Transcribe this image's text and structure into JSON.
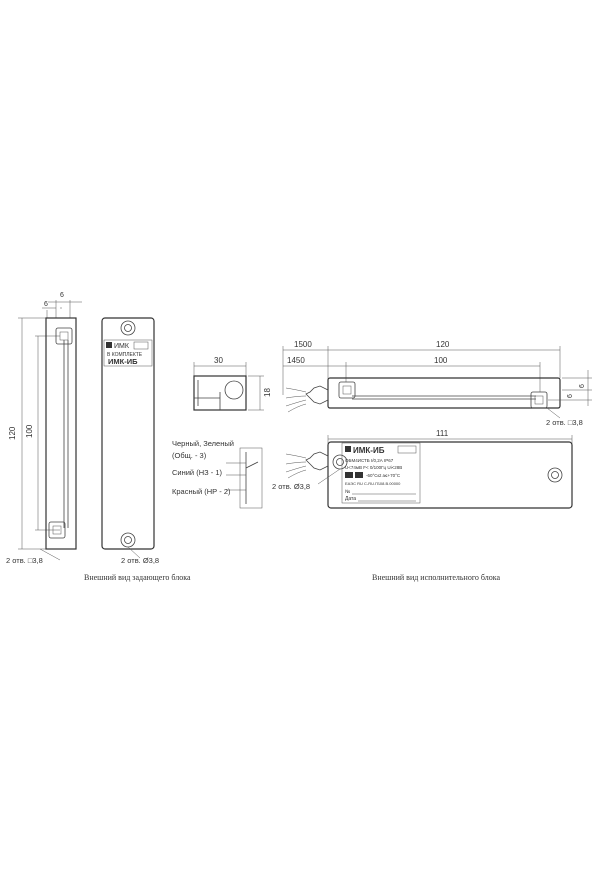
{
  "master": {
    "dims": {
      "w6a": "6",
      "w6b": "6",
      "h120": "120",
      "h100": "100",
      "holes_square": "2 отв. □3,8",
      "holes_round": "2 отв. Ø3,8"
    },
    "label": {
      "brand": "ИМК",
      "kit": "В КОМПЛЕКТЕ",
      "model": "ИМК-ИБ"
    },
    "caption": "Внешний вид задающего блока"
  },
  "wiring": {
    "dims": {
      "w30": "30",
      "h18": "18"
    },
    "line1": "Черный, Зеленый",
    "line2": "(Общ. - 3)",
    "line3": "Синий (НЗ - 1)",
    "line4": "Красный (НР - 2)"
  },
  "executive": {
    "dims": {
      "d1500": "1500",
      "d120": "120",
      "d1450": "1450",
      "d100": "100",
      "d6a": "6",
      "d6b": "6",
      "holes_square": "2 отв. □3,8",
      "d111": "111",
      "holes_round": "2 отв. Ø3,8"
    },
    "label": {
      "model": "ИМК-ИБ",
      "l1": "ОБМ4ИСТБ  I/0,2А    IP67",
      "l2": "U<74мВ F< 0/100Гц Ui<28В",
      "l3": "-60°С≤t a≤+70°С",
      "l4": "ЕАЭС RU C-RU.ГБ08.В.00000",
      "l5": "№",
      "l6": "Дата"
    },
    "caption": "Внешний вид исполнительного блока"
  }
}
